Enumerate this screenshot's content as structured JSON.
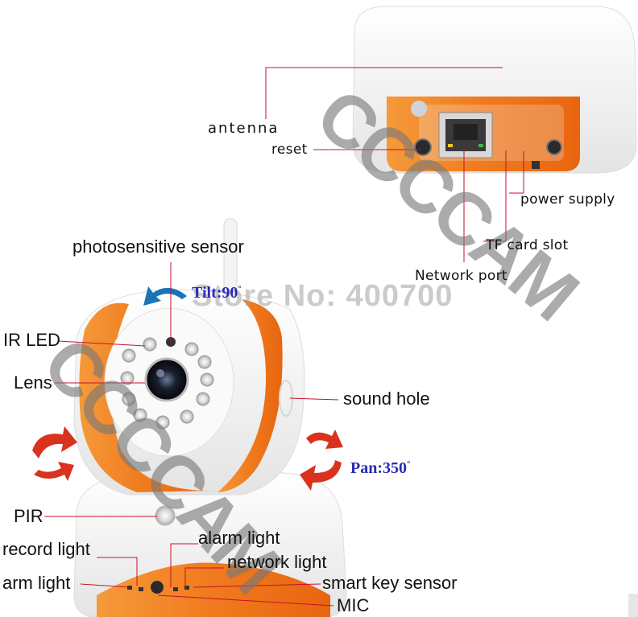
{
  "labels": {
    "antenna": "antenna",
    "reset": "reset",
    "power_supply": "power supply",
    "tf_card_slot": "TF card slot",
    "network_port": "Network port",
    "photosensitive_sensor": "photosensitive sensor",
    "ir_led": "IR LED",
    "lens": "Lens",
    "sound_hole": "sound hole",
    "pir": "PIR",
    "alarm_light": "alarm light",
    "record_light": "record light",
    "network_light": "network light",
    "arm_light": "arm light",
    "smart_key_sensor": "smart key sensor",
    "mic": "MIC"
  },
  "rotation": {
    "tilt": "Tilt:90",
    "pan": "Pan:350",
    "degree_symbol": "°"
  },
  "watermark": {
    "store": "Store No: 400700",
    "logo": "CCCCAM"
  },
  "colors": {
    "accent_orange": "#f07a1e",
    "arrow_red": "#d9321e",
    "arrow_blue": "#1a74b8",
    "rotation_text": "#2a2ab8"
  }
}
